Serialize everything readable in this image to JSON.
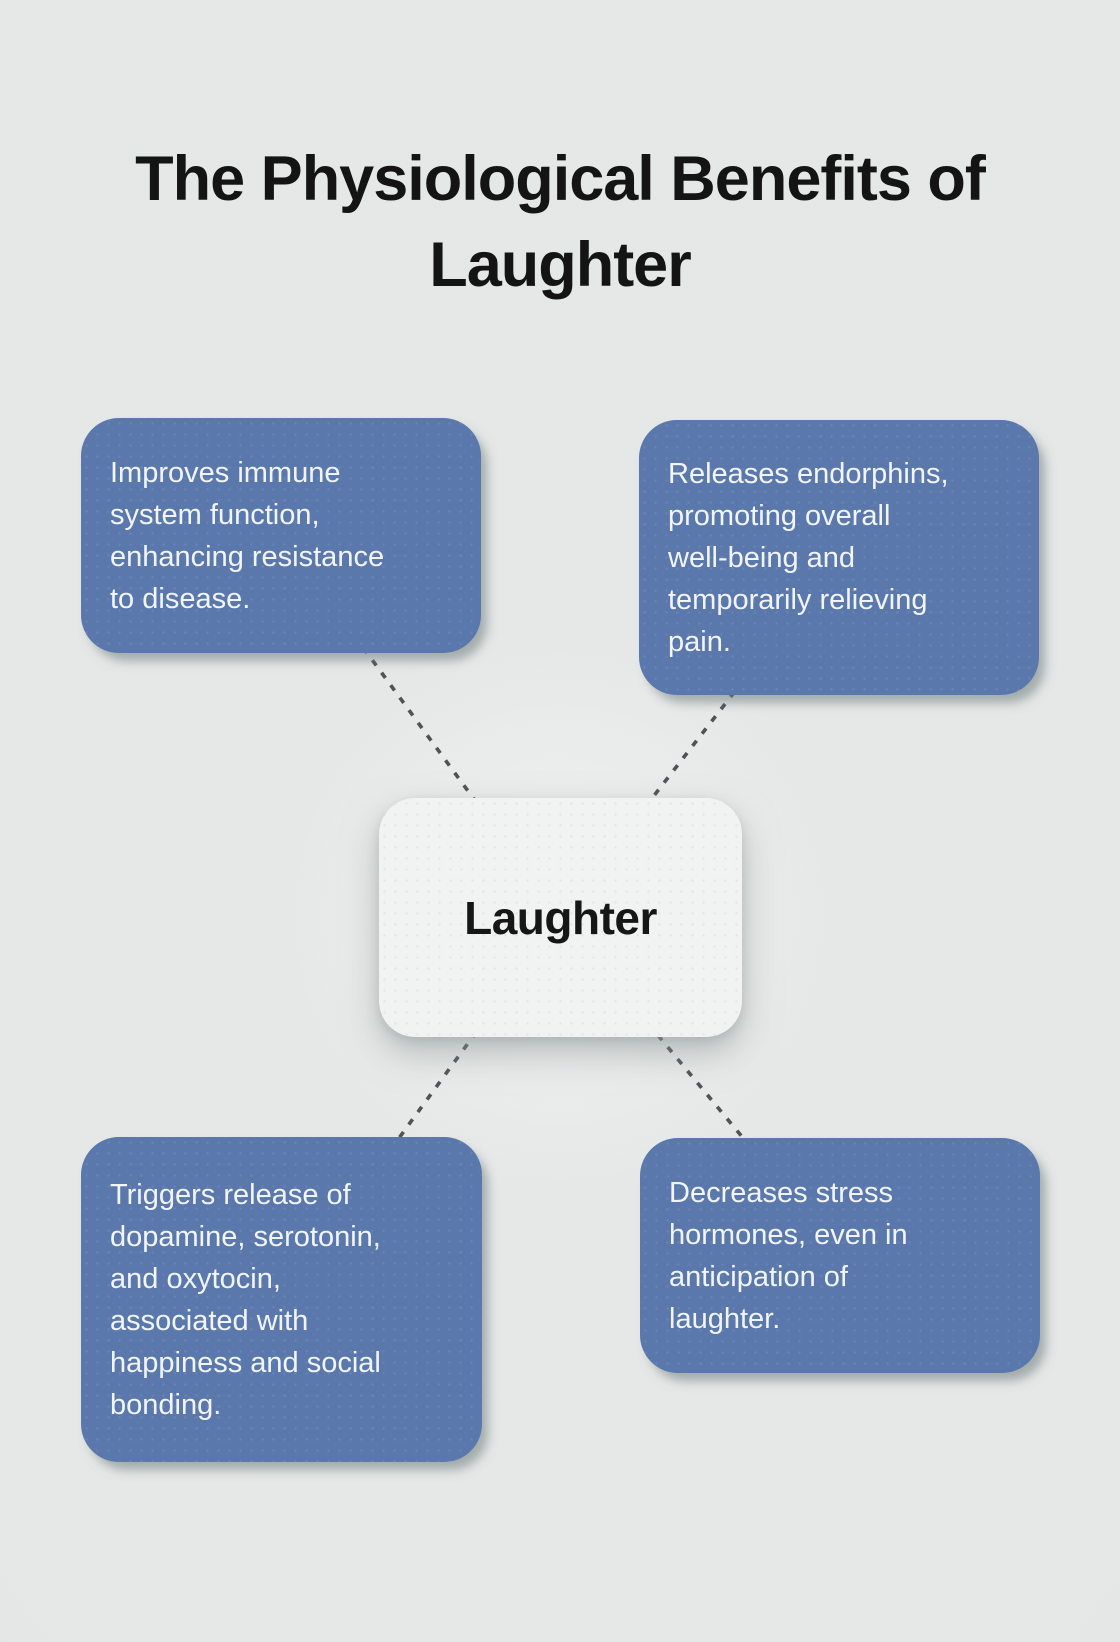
{
  "page": {
    "title": "The Physiological Benefits of\nLaughter"
  },
  "diagram": {
    "center_node": {
      "label": "Laughter"
    },
    "benefit_nodes": [
      {
        "position": "top-left",
        "text": "Improves immune\nsystem function,\nenhancing resistance\nto disease."
      },
      {
        "position": "top-right",
        "text": "Releases endorphins,\npromoting overall\nwell-being and\ntemporarily relieving\npain."
      },
      {
        "position": "bottom-left",
        "text": "Triggers release of\ndopamine, serotonin,\nand oxytocin,\nassociated with\nhappiness and social\nbonding."
      },
      {
        "position": "bottom-right",
        "text": "Decreases stress\nhormones, even in\nanticipation of\nlaughter."
      }
    ],
    "connector_style": "dashed",
    "colors": {
      "background": "#dfe2e1",
      "benefit_node_fill": "#5a78ab",
      "benefit_node_text": "#f2f5f8",
      "center_node_fill": "#f1f3f2",
      "center_node_text": "#161616",
      "title_text": "#141414",
      "connector": "#4f5355"
    }
  }
}
